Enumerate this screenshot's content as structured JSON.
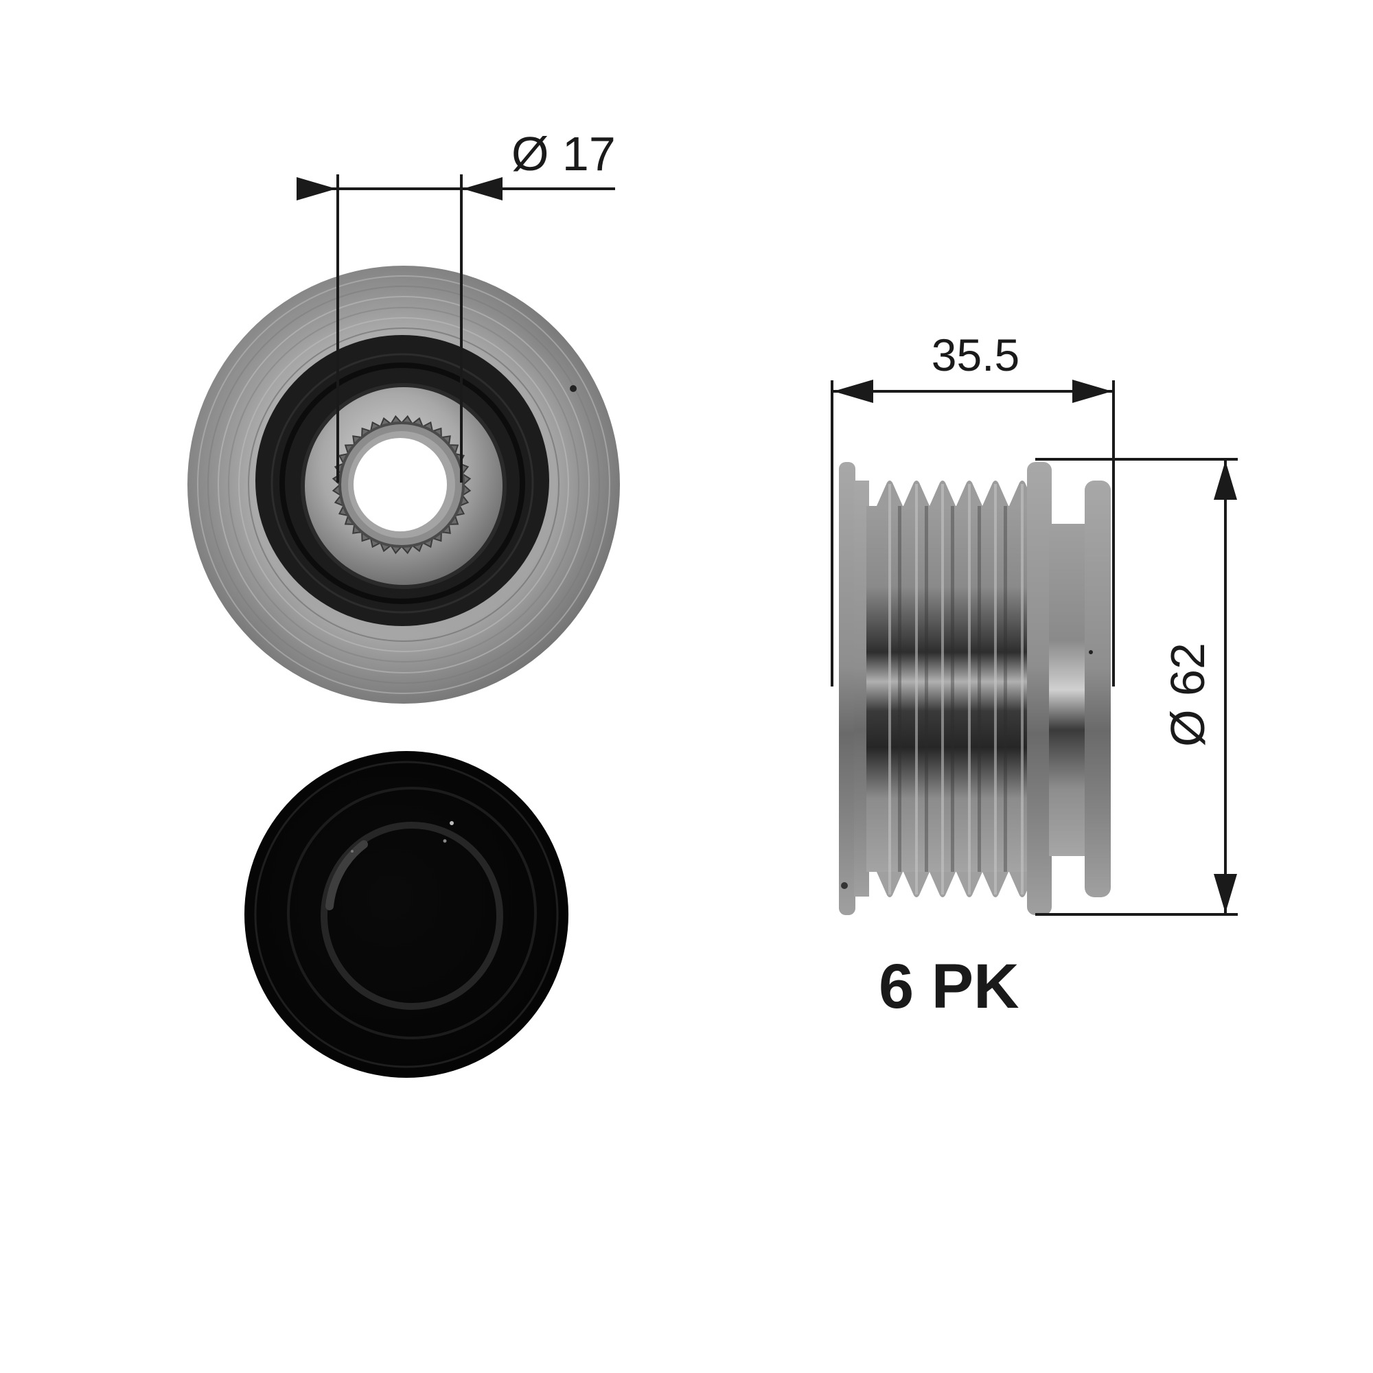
{
  "figure": {
    "type": "technical-drawing",
    "subject": "overrunning alternator pulley",
    "views": [
      {
        "name": "front-view",
        "description": "pulley face with splined hub"
      },
      {
        "name": "dust-cap",
        "description": "black protective cap"
      },
      {
        "name": "side-view",
        "description": "ribbed pulley profile"
      }
    ]
  },
  "dimensions": {
    "bore": {
      "symbol": "Ø",
      "value": "17",
      "label": "Ø 17"
    },
    "width": {
      "value": "35.5",
      "label": "35.5"
    },
    "outer_diameter": {
      "symbol": "Ø",
      "value": "62",
      "label": "Ø 62"
    }
  },
  "belt_profile": {
    "ribs": "6",
    "type": "PK",
    "label": "6 PK"
  },
  "colors": {
    "line": "#1a1a1a",
    "metal_light": "#b4b4b4",
    "metal_mid": "#8e8e8e",
    "metal_dark": "#5a5a5a",
    "rubber": "#141414",
    "background": "#ffffff"
  }
}
